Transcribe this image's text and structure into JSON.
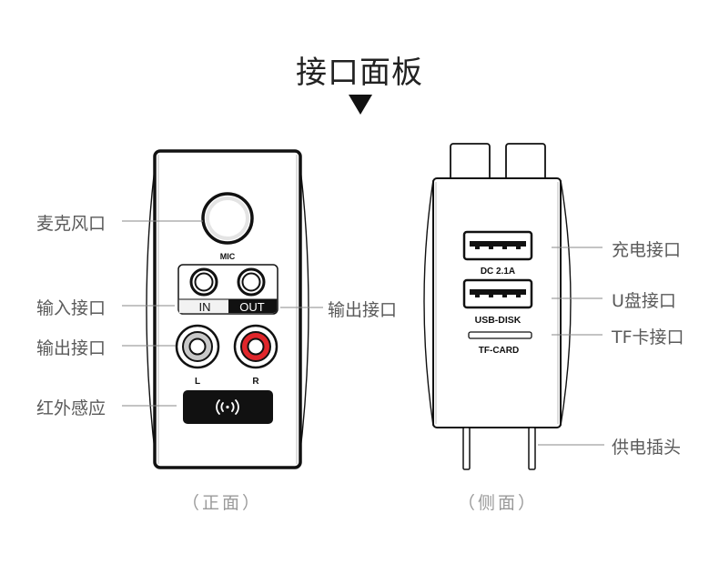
{
  "title": "接口面板",
  "front": {
    "caption": "（正面）",
    "port_labels": {
      "mic": "MIC",
      "in": "IN",
      "out": "OUT",
      "left": "L",
      "right": "R"
    },
    "callouts": {
      "mic": "麦克风口",
      "input": "输入接口",
      "output_rca": "输出接口",
      "infrared": "红外感应",
      "output_jack": "输出接口"
    },
    "icons": {
      "infrared": "wireless-signal-icon"
    }
  },
  "side": {
    "caption": "（侧面）",
    "port_labels": {
      "charge": "DC 2.1A",
      "usb": "USB-DISK",
      "tf": "TF-CARD"
    },
    "callouts": {
      "charge": "充电接口",
      "usb": "U盘接口",
      "tf": "TF卡接口",
      "power_plug": "供电插头"
    }
  },
  "colors": {
    "outline": "#111111",
    "rca_left": "#c8c8c8",
    "rca_right": "#e0262b",
    "label_text": "#5a5a5a",
    "caption_text": "#9a9a9a",
    "leader_line": "#8a8a8a"
  }
}
